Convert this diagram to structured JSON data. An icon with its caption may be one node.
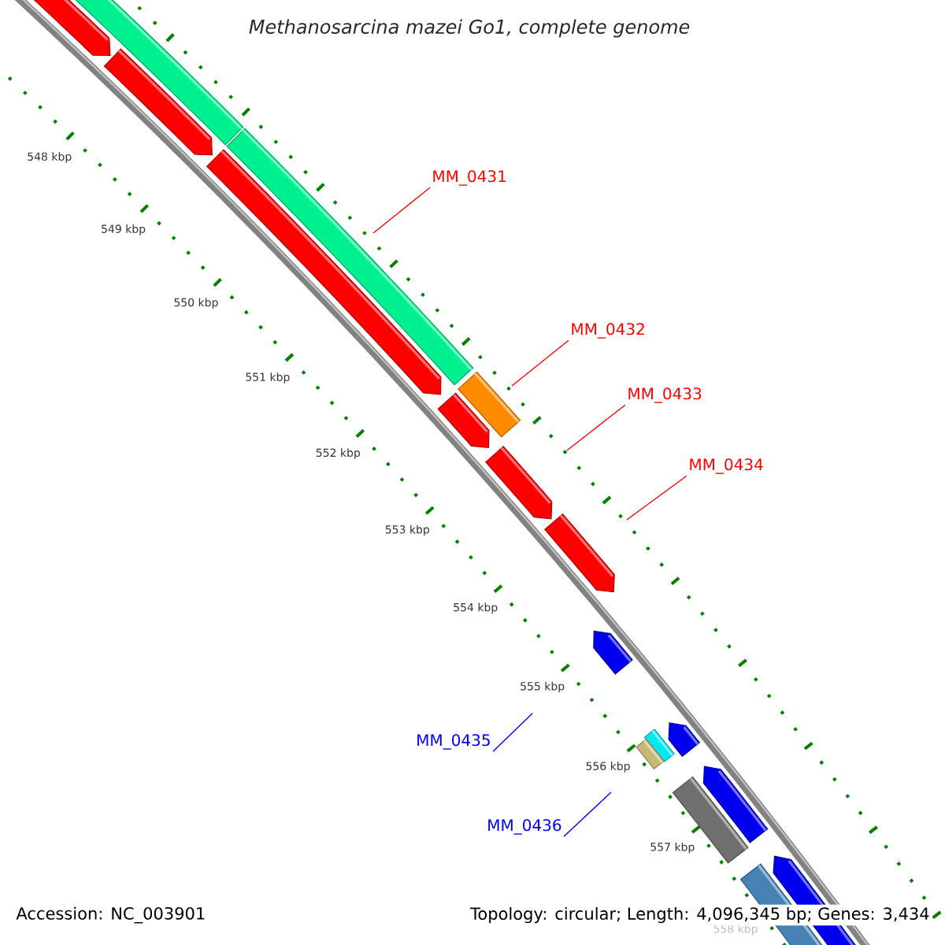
{
  "diagram": {
    "title": "Methanosarcina mazei Go1, complete genome",
    "nodes": [
      {
        "text": [
          "MM_0431"
        ]
      },
      {
        "text": [
          "MM_0432"
        ]
      },
      {
        "text": [
          "MM_0433"
        ]
      },
      {
        "text": [
          "MM_0434"
        ]
      },
      {
        "text": [
          "MM_0435"
        ]
      },
      {
        "text": [
          "MM_0436"
        ]
      }
    ],
    "edges": [
      {
        "from": 0,
        "to": null,
        "arrow": "none"
      },
      {
        "from": 1,
        "to": null,
        "arrow": "none"
      },
      {
        "from": 2,
        "to": null,
        "arrow": "none"
      },
      {
        "from": 3,
        "to": null,
        "arrow": "none"
      },
      {
        "from": 4,
        "to": null,
        "arrow": "none",
        "color": "#0000ff"
      },
      {
        "from": 5,
        "to": null,
        "arrow": "none",
        "color": "#0000ff"
      }
    ],
    "labels": [
      "548 kbp",
      "549 kbp",
      "550 kbp",
      "551 kbp",
      "552 kbp",
      "553 kbp",
      "554 kbp",
      "555 kbp",
      "556 kbp",
      "557 kbp",
      "558 kbp",
      "Accession: NC_003901",
      "Topology: circular; Length: 4,096,345 bp; Genes: 3,434"
    ]
  }
}
